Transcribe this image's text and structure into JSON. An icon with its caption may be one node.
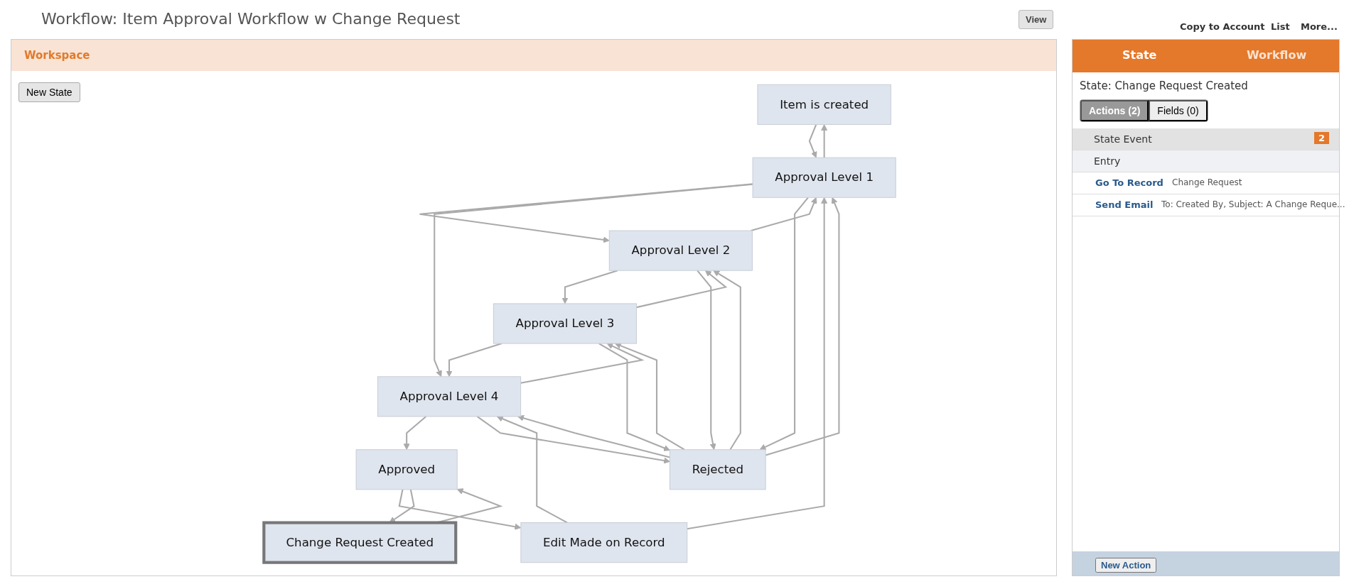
{
  "diagram": {
    "title": "Workflow: Item Approval Workflow w Change Request",
    "nodes": [
      {
        "text": [
          "Item is created"
        ]
      },
      {
        "text": [
          "Approval Level 1"
        ]
      },
      {
        "text": [
          "Approval Level 2"
        ]
      },
      {
        "text": [
          "Approval Level 3"
        ]
      },
      {
        "text": [
          "Approval Level 4"
        ]
      },
      {
        "text": [
          "Edit Made on Record"
        ]
      },
      {
        "text": [
          "Approved"
        ]
      },
      {
        "text": [
          "Change Request Created"
        ]
      },
      {
        "text": [
          "Rejected"
        ]
      }
    ],
    "edges": [
      {
        "from": 0,
        "to": 1,
        "arrow": "to"
      },
      {
        "from": 1,
        "to": 0,
        "arrow": "to"
      },
      {
        "from": 1,
        "to": 2,
        "arrow": "to"
      },
      {
        "from": 2,
        "to": 1,
        "arrow": "to"
      },
      {
        "from": 2,
        "to": 3,
        "arrow": "to"
      },
      {
        "from": 3,
        "to": 2,
        "arrow": "to"
      },
      {
        "from": 3,
        "to": 4,
        "arrow": "to"
      },
      {
        "from": 4,
        "to": 3,
        "arrow": "to"
      },
      {
        "from": 1,
        "to": 4,
        "arrow": "to"
      },
      {
        "from": 5,
        "to": 1,
        "arrow": "to"
      },
      {
        "from": 5,
        "to": 4,
        "arrow": "to"
      },
      {
        "from": 4,
        "to": 6,
        "arrow": "to"
      },
      {
        "from": 6,
        "to": 5,
        "arrow": "to"
      },
      {
        "from": 6,
        "to": 7,
        "arrow": "to"
      },
      {
        "from": 7,
        "to": 6,
        "arrow": "to"
      },
      {
        "from": 8,
        "to": 1,
        "arrow": "to"
      },
      {
        "from": 1,
        "to": 8,
        "arrow": "to"
      },
      {
        "from": 2,
        "to": 8,
        "arrow": "to"
      },
      {
        "from": 8,
        "to": 2,
        "arrow": "to"
      },
      {
        "from": 3,
        "to": 8,
        "arrow": "to"
      },
      {
        "from": 8,
        "to": 3,
        "arrow": "to"
      },
      {
        "from": 4,
        "to": 8,
        "arrow": "to"
      },
      {
        "from": 8,
        "to": 4,
        "arrow": "to"
      }
    ],
    "labels": [
      "View",
      "Copy to Account",
      "List",
      "More...",
      "Workspace",
      "State",
      "Workflow",
      "New State",
      "State: Change Request Created",
      "Actions (2)",
      "Fields (0)",
      "State Event",
      "2",
      "Entry",
      "Go To Record",
      "Change Request",
      "Send Email",
      "To: Created By, Subject: A Change Reque...",
      "New Action"
    ]
  }
}
